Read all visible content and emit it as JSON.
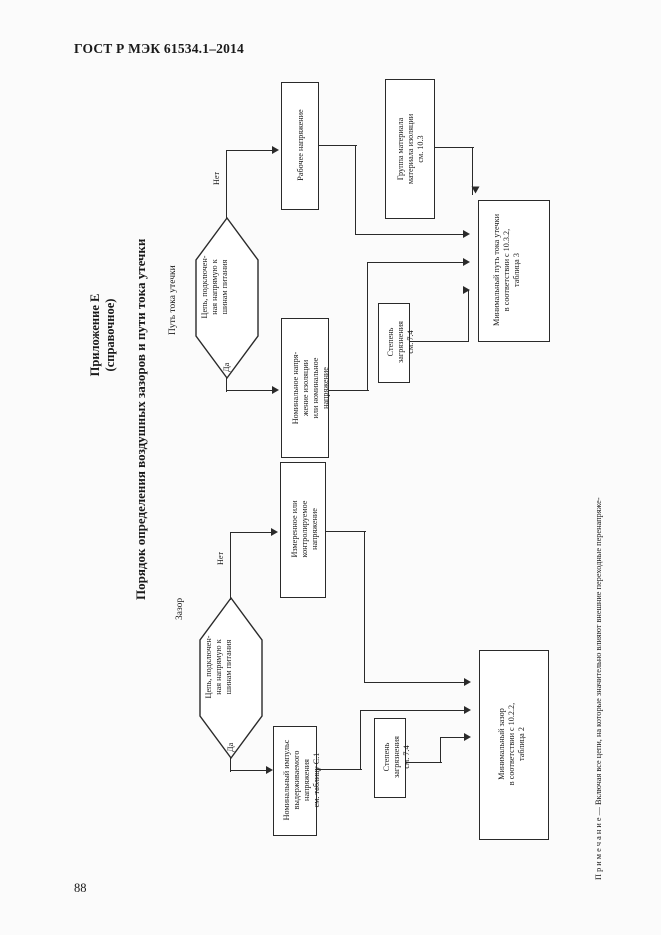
{
  "page": {
    "header": "ГОСТ Р МЭК 61534.1–2014",
    "number": "88"
  },
  "appendix": {
    "line1": "Приложение Е",
    "line2": "(справочное)"
  },
  "title": "Порядок определения воздушных зазоров и пути тока утечки",
  "sections": [
    {
      "label": "Путь тока утечки"
    },
    {
      "label": "Зазор"
    }
  ],
  "diagram_leakage": {
    "decision": "Цепь, подключен-\nная напрямую к\nшинам питания",
    "branch_yes": "Да",
    "branch_no": "Нет",
    "box_working_voltage": "Рабочее напряжение",
    "box_material_group": "Группа материала\nматериала изоляции\nсм. 10.3",
    "box_rated_voltage": "Номинальное напря-\nжение изоляции\nили номинальное\nнапряжение",
    "box_pollution_degree": "Степень загрязнения\nсм. 7.4",
    "box_result": "Минимальный путь тока утечки\nв соответствии с 10.3.2,\nтаблица 3"
  },
  "diagram_clearance": {
    "decision": "Цепь, подключен-\nная напрямую к\nшинам питания",
    "branch_yes": "Да",
    "branch_no": "Нет",
    "box_measured_voltage": "Измеренное или\nконтролируемое\nнапряжение",
    "box_rated_impulse": "Номинальный импульс\nвыдерживаемого\nнапряжения\nсм. таблицу C.1",
    "box_pollution_degree": "Степень загрязнения\nсм. 7.4",
    "box_result": "Минимальный зазор\nв соответствии с 10.2.2,\nтаблица 2"
  },
  "note": "П р и м е ч а н и е  — Включая все цепи, на которые значительно влияют внешние переходные перенапряже-"
}
